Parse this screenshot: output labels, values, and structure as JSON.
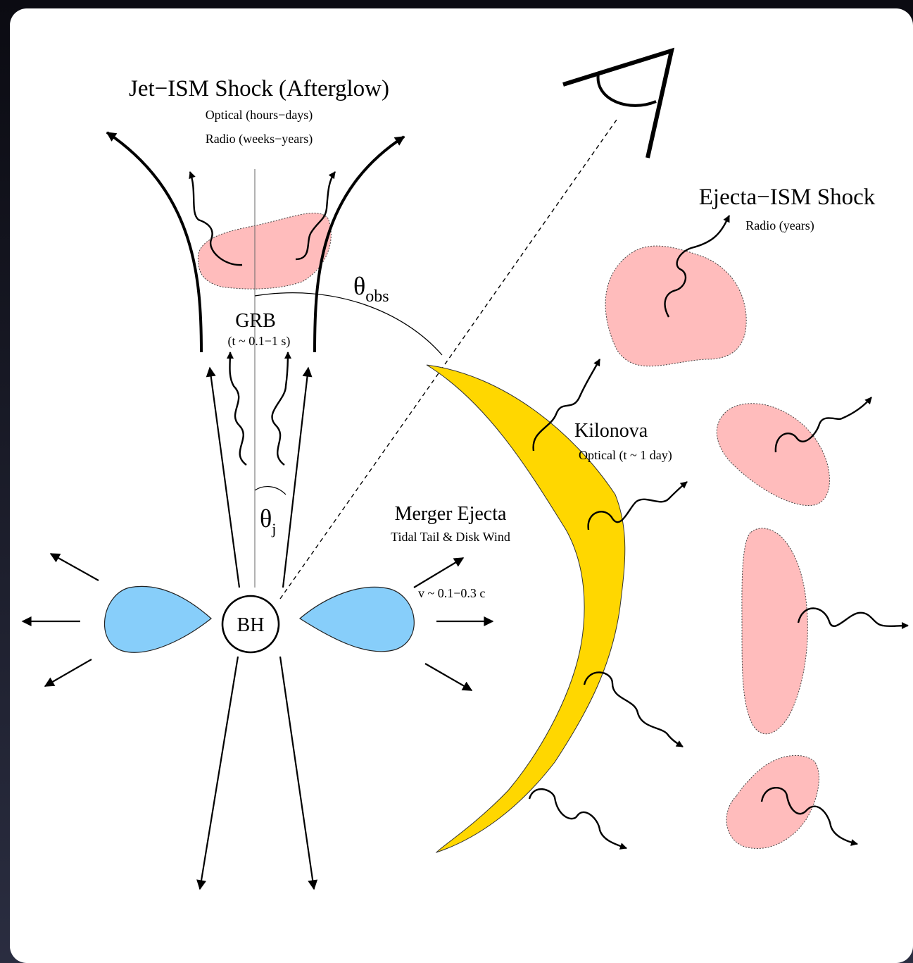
{
  "labels": {
    "afterglow_title": "Jet−ISM Shock (Afterglow)",
    "afterglow_optical": "Optical (hours−days)",
    "afterglow_radio": "Radio (weeks−years)",
    "theta_obs_sym": "θ",
    "theta_obs_sub": "obs",
    "grb": "GRB",
    "grb_time": "(t ~ 0.1−1 s)",
    "theta_j_sym": "θ",
    "theta_j_sub": "j",
    "merger_ejecta": "Merger Ejecta",
    "merger_sub": "Tidal Tail & Disk Wind",
    "velocity": "v ~ 0.1−0.3 c",
    "bh": "BH",
    "kilonova": "Kilonova",
    "kilonova_sub": "Optical (t ~ 1 day)",
    "ejecta_shock": "Ejecta−ISM Shock",
    "ejecta_shock_sub": "Radio (years)"
  },
  "colors": {
    "shock_pink": "#FFBCBC",
    "disk_blue": "#87CEFA",
    "ejecta_gold": "#FFD700"
  },
  "icons": {
    "observer": "eye-icon"
  }
}
